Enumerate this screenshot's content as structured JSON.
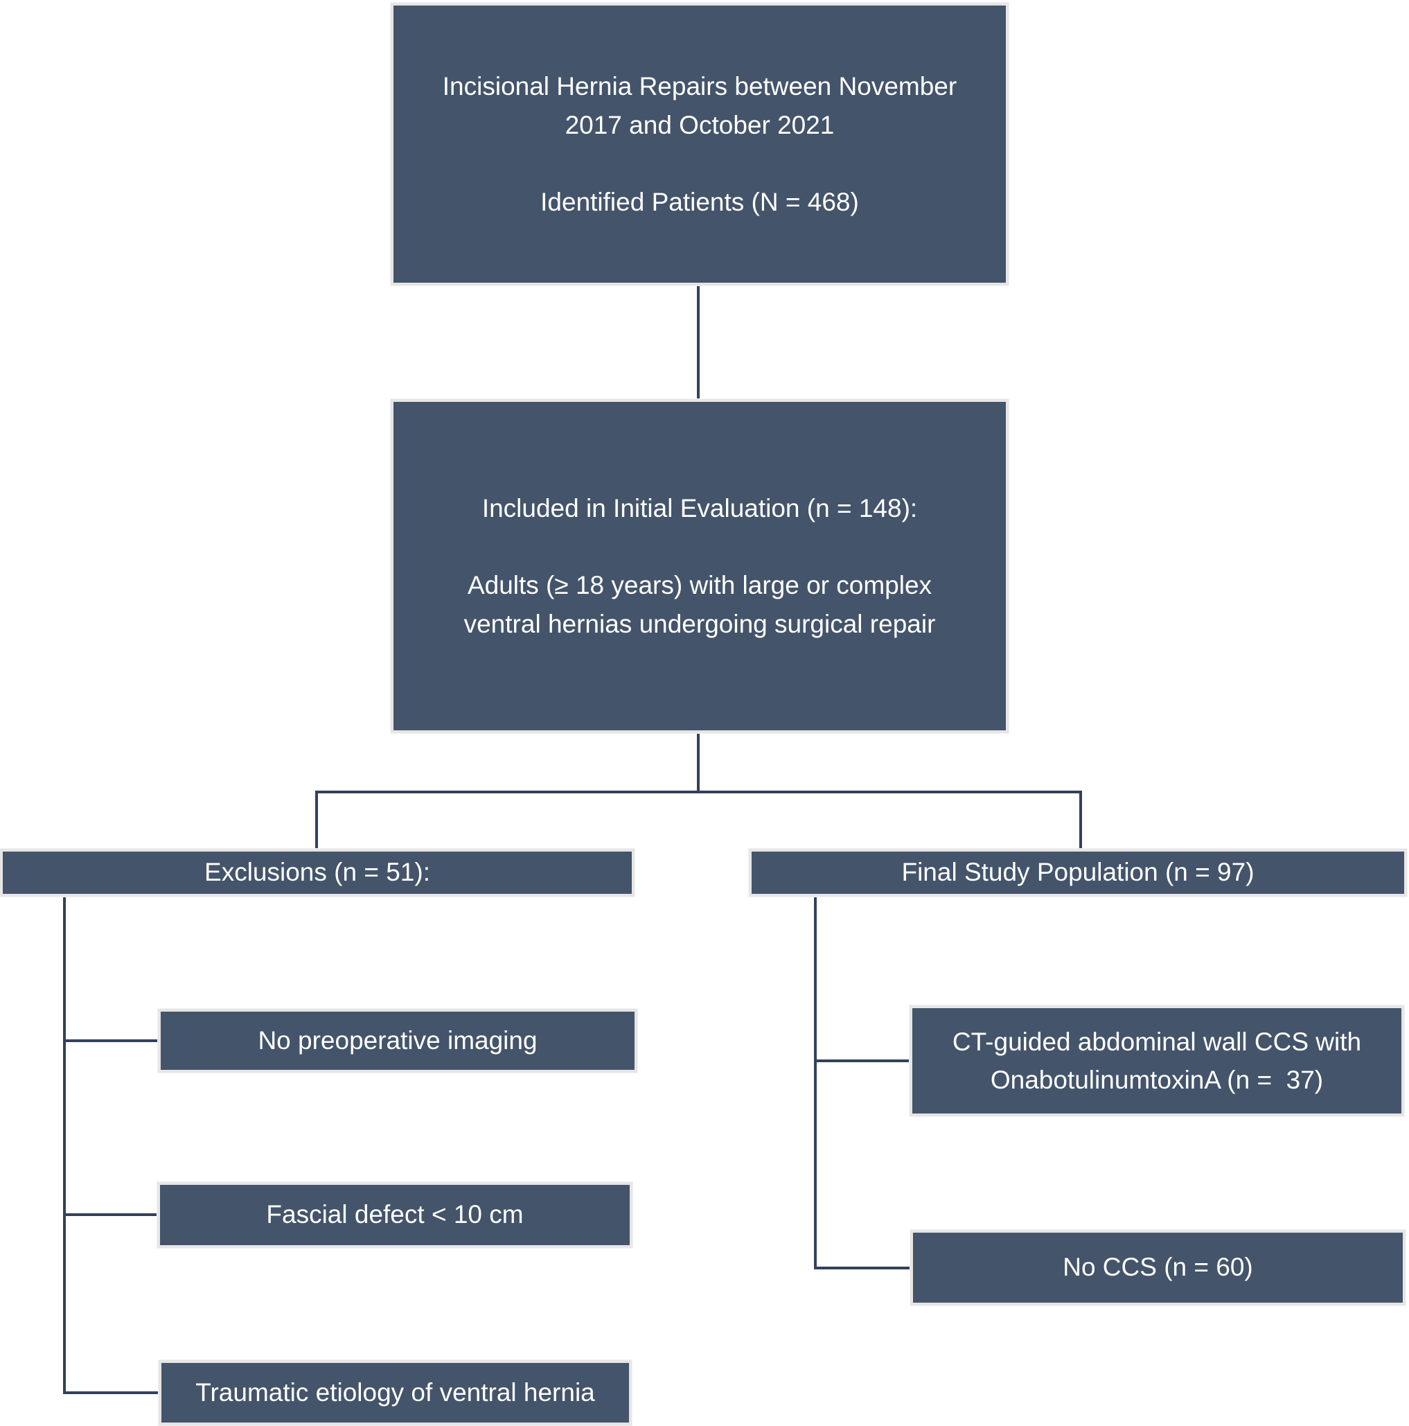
{
  "diagram_title": "Patient selection flow diagram for incisional hernia repair study",
  "colors": {
    "box_fill": "#44546A",
    "box_border": "#E7E6E6",
    "connector_line": "#33415A",
    "text": "#FFFFFF",
    "background": "#FFFFFF"
  },
  "nodes": {
    "identified": "Incisional Hernia Repairs between November\n2017 and October 2021\n\nIdentified Patients (N = 468)",
    "included": "Included in Initial Evaluation (n = 148):\n\nAdults (≥ 18 years) with large or complex\nventral hernias undergoing surgical repair",
    "exclusions_header": "Exclusions (n = 51):",
    "final_header": "Final Study Population (n = 97)",
    "exclusion_no_imaging": "No preoperative imaging",
    "exclusion_fascial": "Fascial defect < 10 cm",
    "exclusion_traumatic": "Traumatic etiology of ventral hernia",
    "final_ccs": "CT-guided abdominal wall CCS with\nOnabotulinumtoxinA (n =  37)",
    "final_no_ccs": "No CCS (n = 60)"
  },
  "values": {
    "identified_N": 468,
    "initial_evaluation_n": 148,
    "exclusions_n": 51,
    "final_population_n": 97,
    "ccs_onabotulinumtoxinA_n": 37,
    "no_ccs_n": 60
  }
}
